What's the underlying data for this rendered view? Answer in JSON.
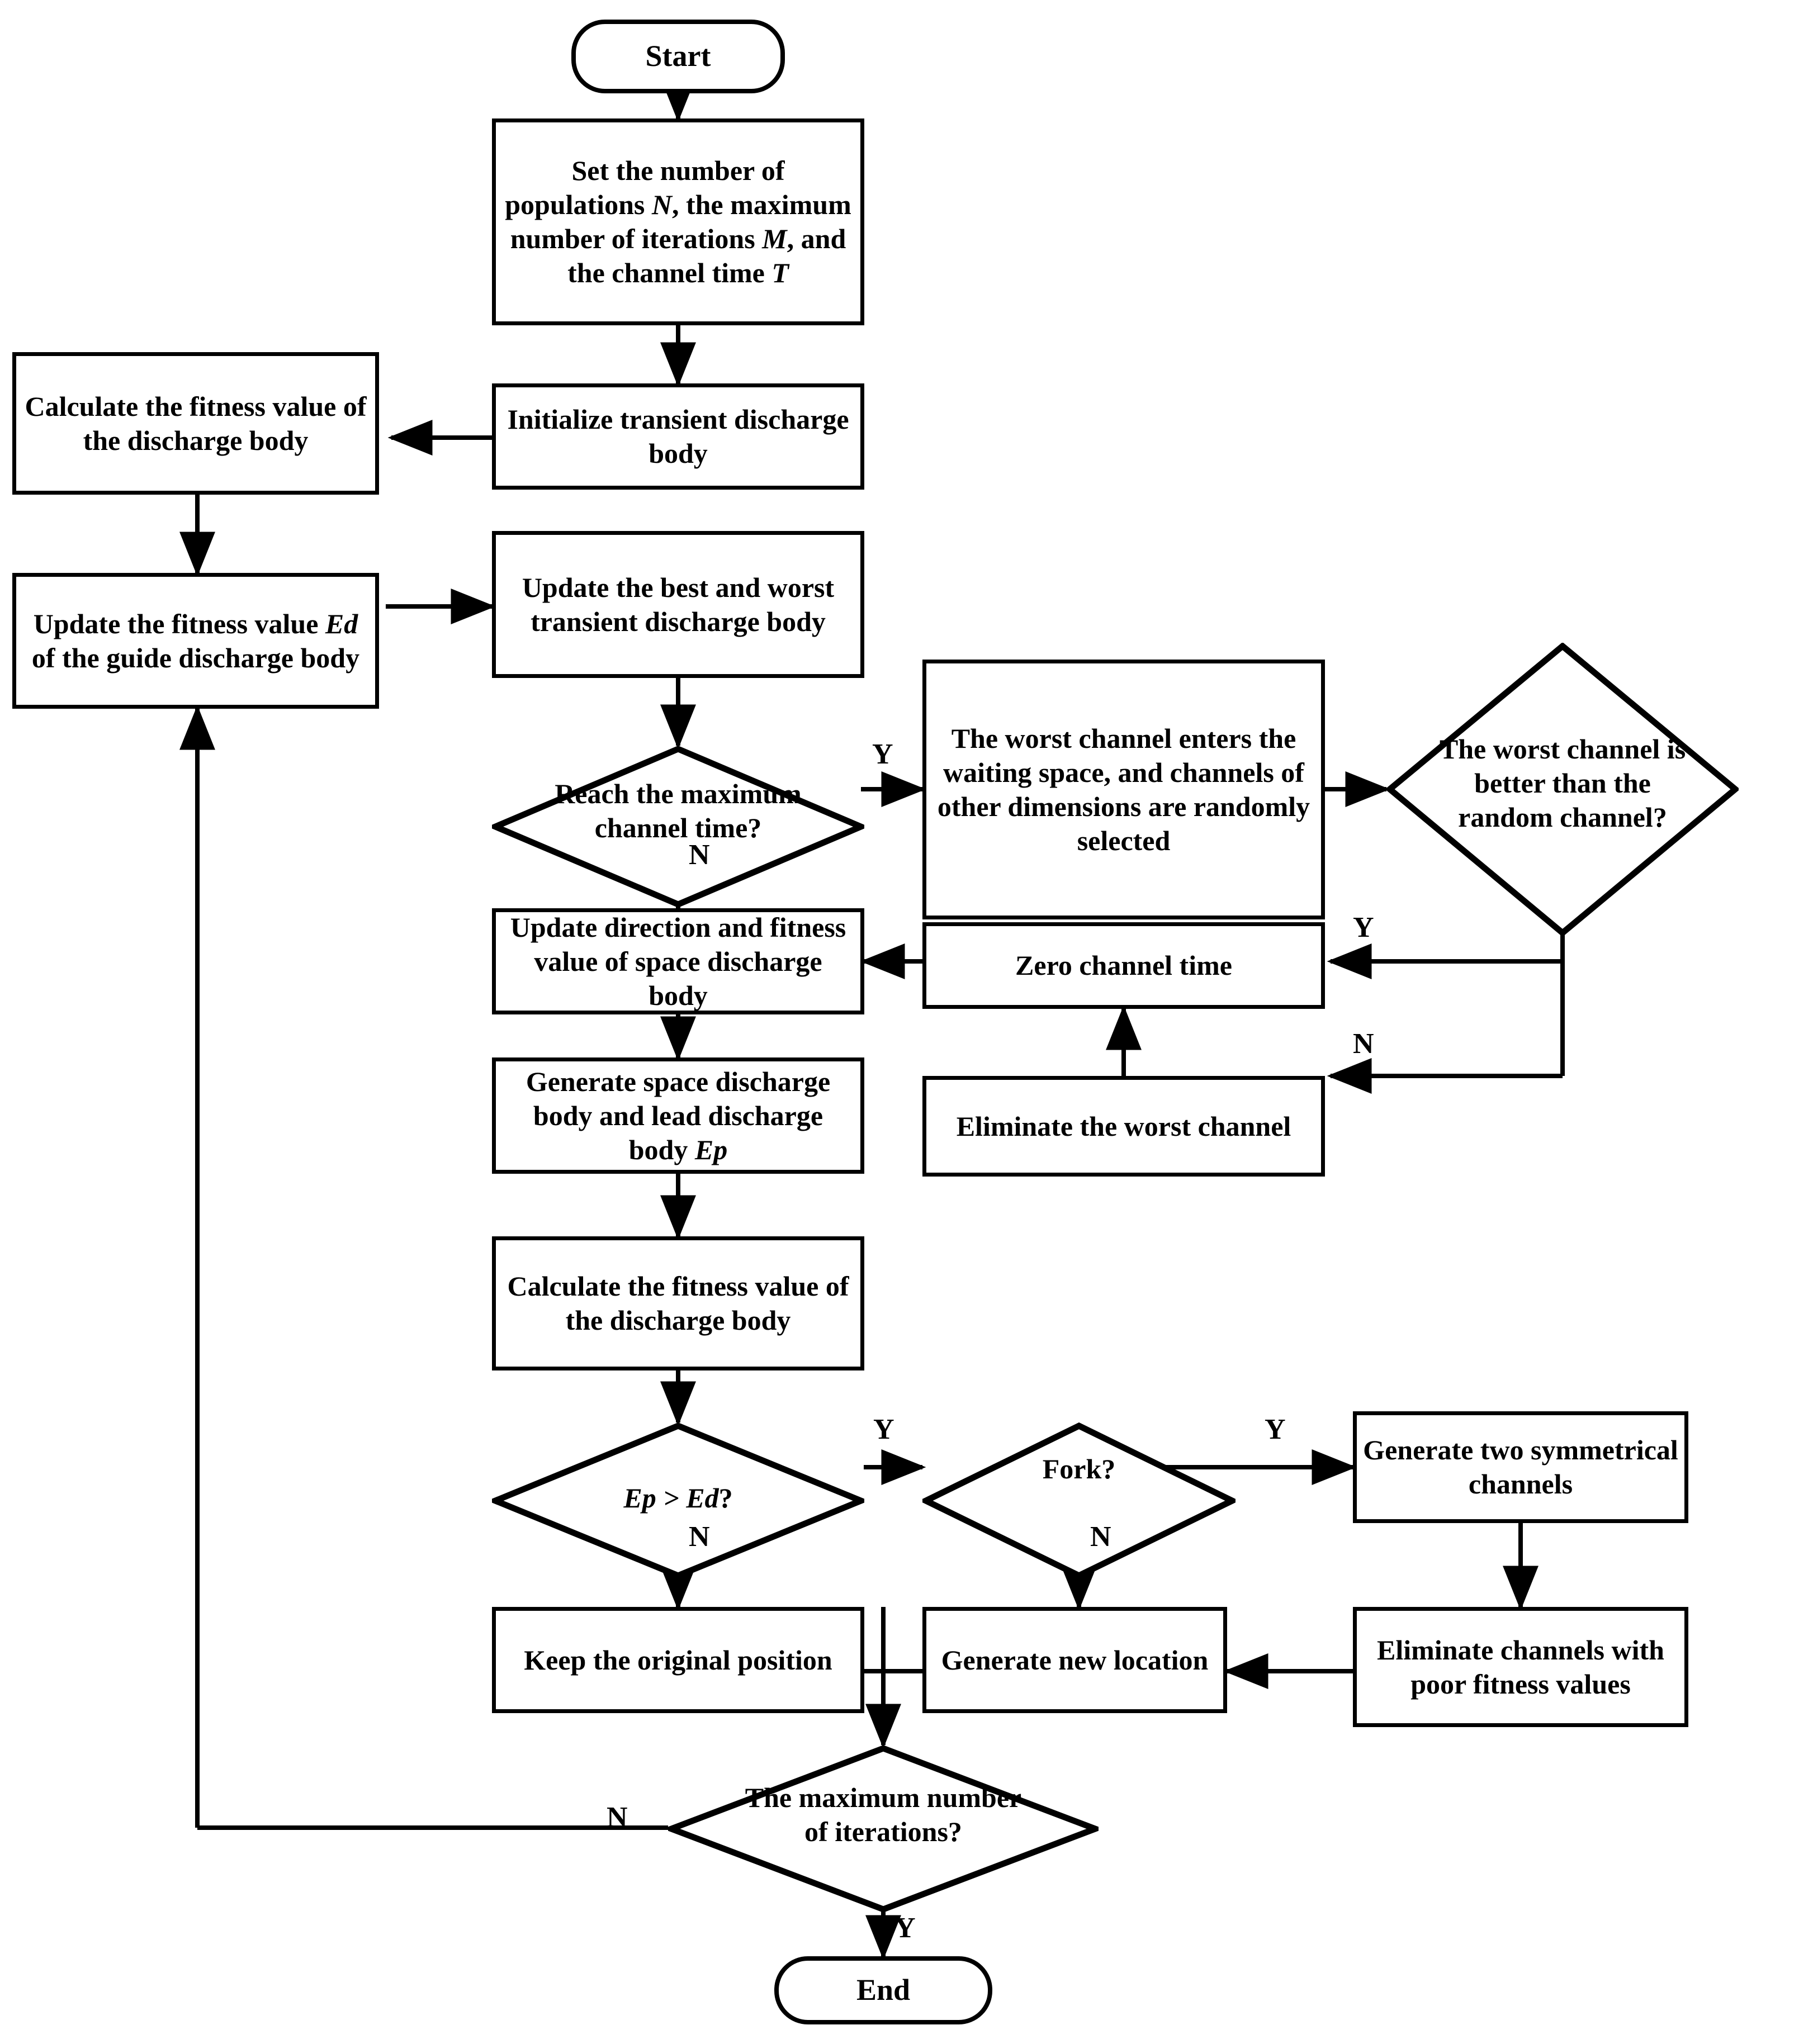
{
  "diagram": {
    "type": "flowchart",
    "title": "Lightning search algorithm flowchart",
    "nodes": {
      "start": {
        "label": "Start",
        "shape": "terminator"
      },
      "set_params": {
        "label": "Set the number of populations N, the maximum number of iterations M, and the channel time T",
        "shape": "process"
      },
      "init_transient": {
        "label": "Initialize transient discharge body",
        "shape": "process"
      },
      "calc_fitness_left": {
        "label": "Calculate the fitness value of the discharge body",
        "shape": "process"
      },
      "update_ed": {
        "label": "Update the fitness value Ed of the guide discharge body",
        "shape": "process"
      },
      "update_best_worst": {
        "label": "Update the best and worst transient discharge body",
        "shape": "process"
      },
      "reach_max_time": {
        "label": "Reach the maximum channel time?",
        "shape": "decision"
      },
      "worst_enters_wait": {
        "label": "The worst channel enters the waiting space, and channels of other dimensions are randomly selected",
        "shape": "process"
      },
      "worst_better_random": {
        "label": "The worst channel is better than the random channel?",
        "shape": "decision"
      },
      "update_direction": {
        "label": "Update direction and fitness value of space discharge body",
        "shape": "process"
      },
      "zero_channel_time": {
        "label": "Zero channel time",
        "shape": "process"
      },
      "eliminate_worst": {
        "label": "Eliminate the worst channel",
        "shape": "process"
      },
      "generate_space": {
        "label": "Generate space discharge body and lead discharge body Ep",
        "shape": "process"
      },
      "calc_fitness_mid": {
        "label": "Calculate the fitness value of the discharge body",
        "shape": "process"
      },
      "ep_gt_ed": {
        "label": "Ep > Ed?",
        "shape": "decision"
      },
      "fork": {
        "label": "Fork?",
        "shape": "decision"
      },
      "generate_two": {
        "label": "Generate two symmetrical channels",
        "shape": "process"
      },
      "keep_original": {
        "label": "Keep the original position",
        "shape": "process"
      },
      "generate_new_loc": {
        "label": "Generate new location",
        "shape": "process"
      },
      "eliminate_poor": {
        "label": "Eliminate channels with poor fitness values",
        "shape": "process"
      },
      "max_iterations": {
        "label": "The maximum number of iterations?",
        "shape": "decision"
      },
      "end": {
        "label": "End",
        "shape": "terminator"
      }
    },
    "edge_labels": {
      "reach_max_time_yes": "Y",
      "reach_max_time_no": "N",
      "worst_better_yes": "Y",
      "worst_better_no": "N",
      "ep_gt_ed_yes": "Y",
      "ep_gt_ed_no": "N",
      "fork_yes": "Y",
      "fork_no": "N",
      "max_iterations_no": "N",
      "max_iterations_yes": "Y"
    },
    "colors": {
      "stroke": "#000000",
      "fill": "#ffffff",
      "text": "#000000"
    }
  }
}
